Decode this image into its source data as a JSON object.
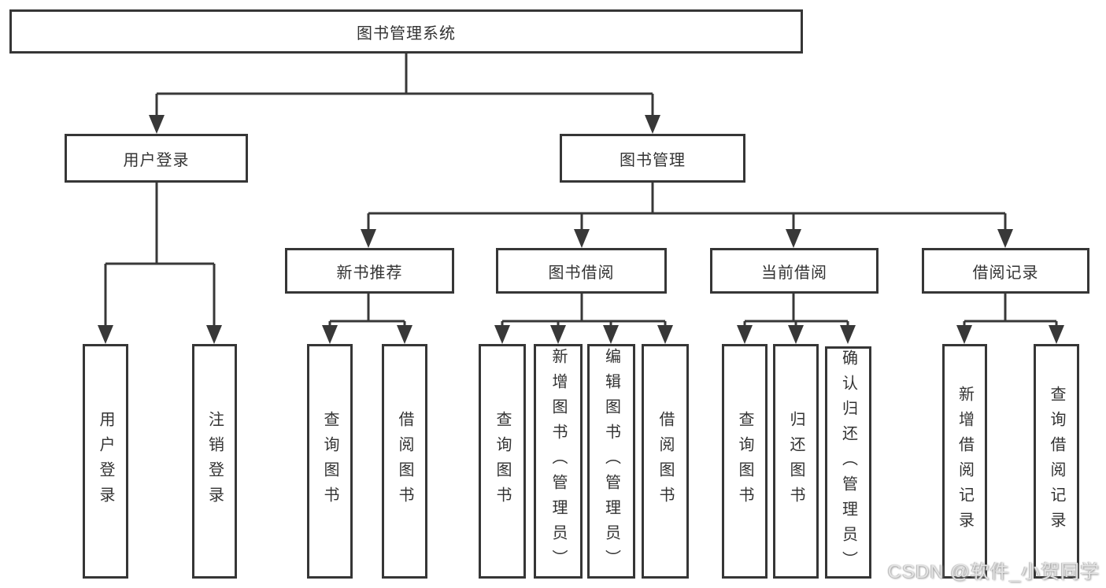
{
  "diagram": {
    "root": "图书管理系统",
    "l2": {
      "userLogin": "用户登录",
      "bookMgmt": "图书管理"
    },
    "l3": {
      "newBook": "新书推荐",
      "bookBorrow": "图书借阅",
      "currentBorrow": "当前借阅",
      "borrowRecord": "借阅记录"
    },
    "leaves": {
      "userLogin": [
        "用户登录",
        "注销登录"
      ],
      "newBook": [
        "查询图书",
        "借阅图书"
      ],
      "bookBorrow": [
        "查询图书",
        "新增图书（管理员）",
        "编辑图书（管理员）",
        "借阅图书"
      ],
      "currentBorrow": [
        "查询图书",
        "归还图书",
        "确认归还（管理员）"
      ],
      "borrowRecord": [
        "新增借阅记录",
        "查询借阅记录"
      ]
    },
    "colors": {
      "line": "#383838",
      "text": "#333333",
      "watermark": "#e3e3e3"
    }
  },
  "watermark": "CSDN @软件_小贺同学"
}
